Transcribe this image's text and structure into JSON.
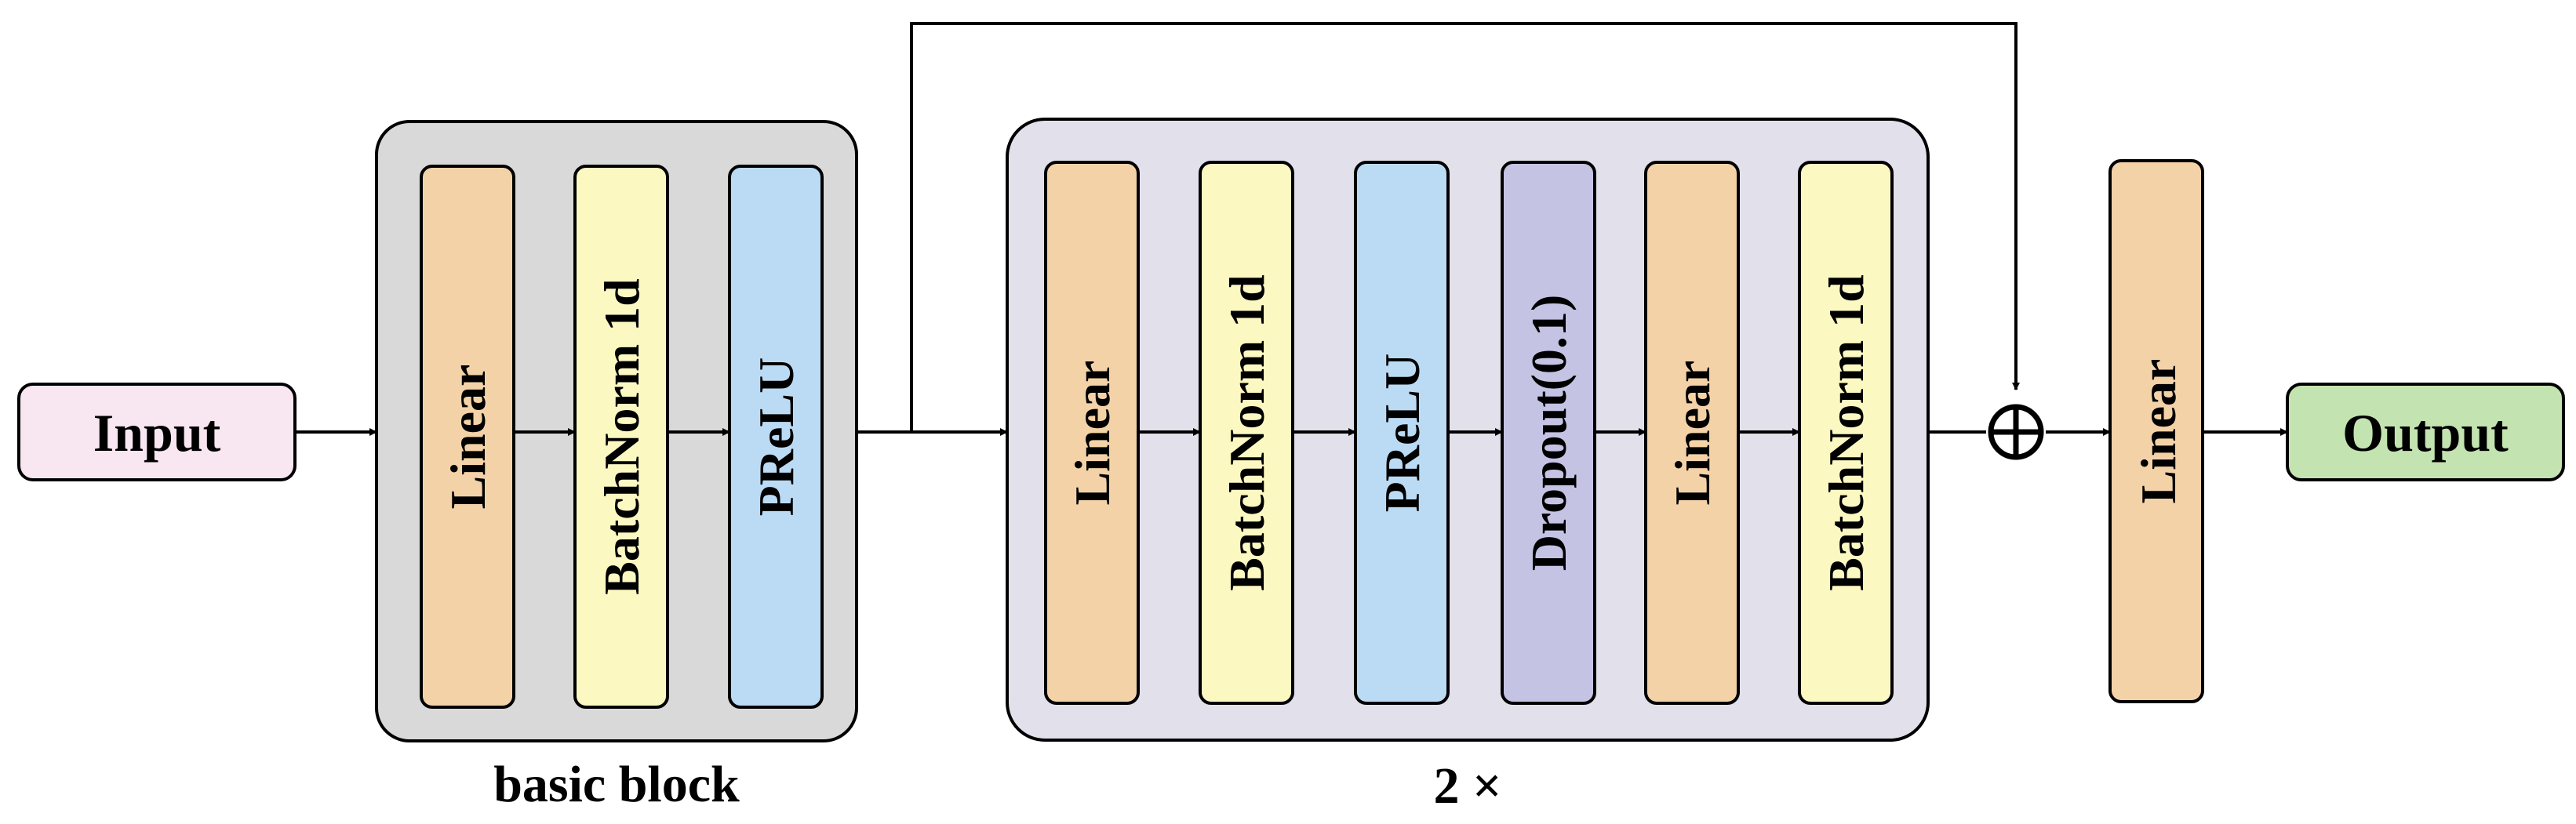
{
  "input": {
    "label": "Input",
    "color": "#F8E6F1"
  },
  "output": {
    "label": "Output",
    "color": "#C3E3B1"
  },
  "basic_block": {
    "caption": "basic block",
    "background": "#D9D9D9",
    "layers": [
      {
        "label": "Linear",
        "color": "#F4D2A8"
      },
      {
        "label": "BatchNorm 1d",
        "color": "#FCF8C2"
      },
      {
        "label": "PReLU",
        "color": "#BBDBF4"
      }
    ]
  },
  "repeat_block": {
    "caption": "2 ×",
    "background": "#E2E0EB",
    "layers": [
      {
        "label": "Linear",
        "color": "#F4D2A8"
      },
      {
        "label": "BatchNorm 1d",
        "color": "#FCF8C2"
      },
      {
        "label": "PReLU",
        "color": "#BBDBF4"
      },
      {
        "label": "Dropout(0.1)",
        "color": "#C4C3E3"
      },
      {
        "label": "Linear",
        "color": "#F4D2A8"
      },
      {
        "label": "BatchNorm 1d",
        "color": "#FCF8C2"
      }
    ]
  },
  "final_layer": {
    "label": "Linear",
    "color": "#F4D2A8"
  },
  "merge": {
    "icon": "circle-plus-icon"
  }
}
